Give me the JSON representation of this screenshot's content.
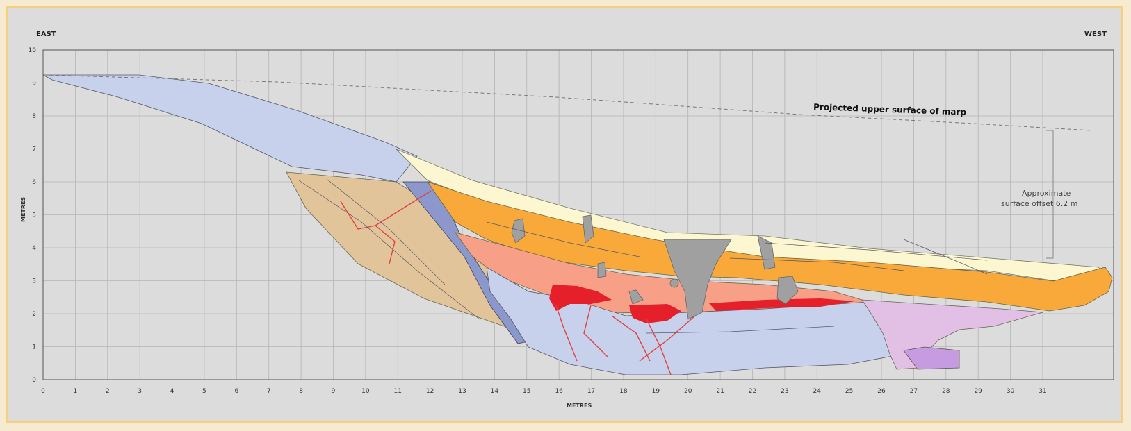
{
  "direction_left": "EAST",
  "direction_right": "WEST",
  "x_axis_label": "METRES",
  "y_axis_label": "METRES",
  "x_ticks": [
    0,
    1,
    2,
    3,
    4,
    5,
    6,
    7,
    8,
    9,
    10,
    11,
    12,
    13,
    14,
    15,
    16,
    17,
    18,
    19,
    20,
    21,
    22,
    23,
    24,
    25,
    26,
    27,
    28,
    29,
    30,
    31
  ],
  "y_ticks": [
    0,
    1,
    2,
    3,
    4,
    5,
    6,
    7,
    8,
    9,
    10
  ],
  "annotation_projected": "Projected upper surface of marp",
  "annotation_offset_line1": "Approximate",
  "annotation_offset_line2": "surface offset 6.2 m",
  "colors": {
    "background": "#dcdcdc",
    "frame": "#f4d080",
    "grid": "#b4b4b4",
    "pale_blue": "#c7d1ec",
    "tan": "#e2c49a",
    "slate_blue": "#8c97cc",
    "pale_yellow": "#fcf7d0",
    "orange": "#f8a93a",
    "salmon": "#f7a087",
    "red": "#e5202a",
    "grey_block": "#a0a0a0",
    "lilac": "#e2c0e6",
    "purple": "#c79be0",
    "fault_line": "#e04040"
  }
}
